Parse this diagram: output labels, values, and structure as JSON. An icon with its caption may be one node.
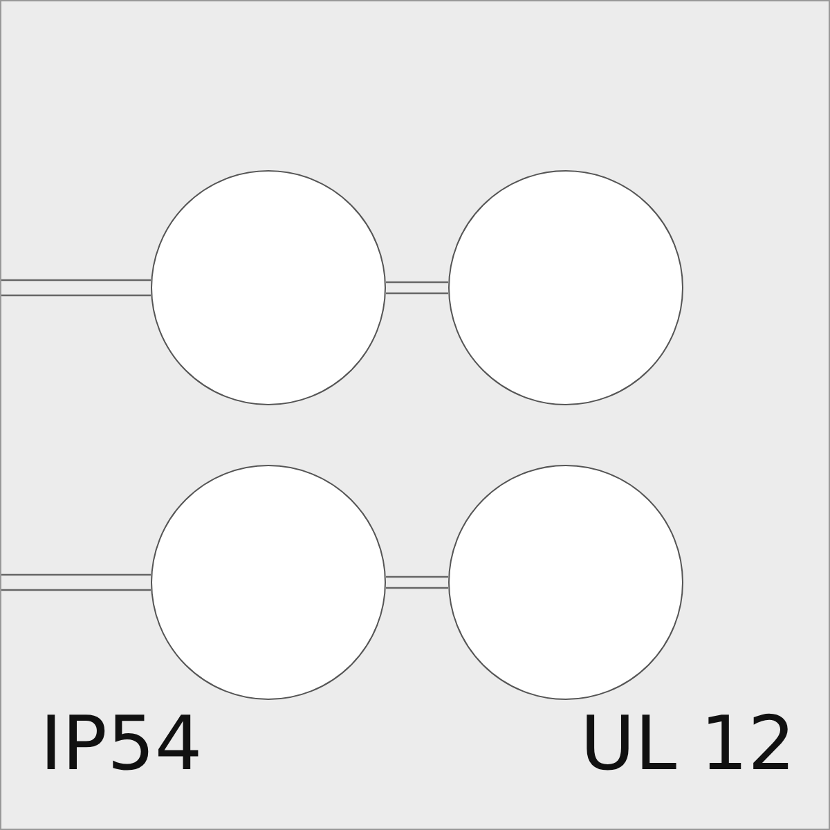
{
  "diagram": {
    "nodes": [
      {
        "text": [],
        "shape": "circle"
      },
      {
        "text": [],
        "shape": "circle"
      },
      {
        "text": [],
        "shape": "circle"
      },
      {
        "text": [],
        "shape": "circle"
      }
    ],
    "edges": [
      {
        "from": null,
        "to": 0,
        "arrow": "none"
      },
      {
        "from": 0,
        "to": 1,
        "arrow": "none"
      },
      {
        "from": null,
        "to": 2,
        "arrow": "none"
      },
      {
        "from": 2,
        "to": 3,
        "arrow": "none"
      }
    ],
    "labels": [
      "IP54",
      "UL 12"
    ]
  }
}
